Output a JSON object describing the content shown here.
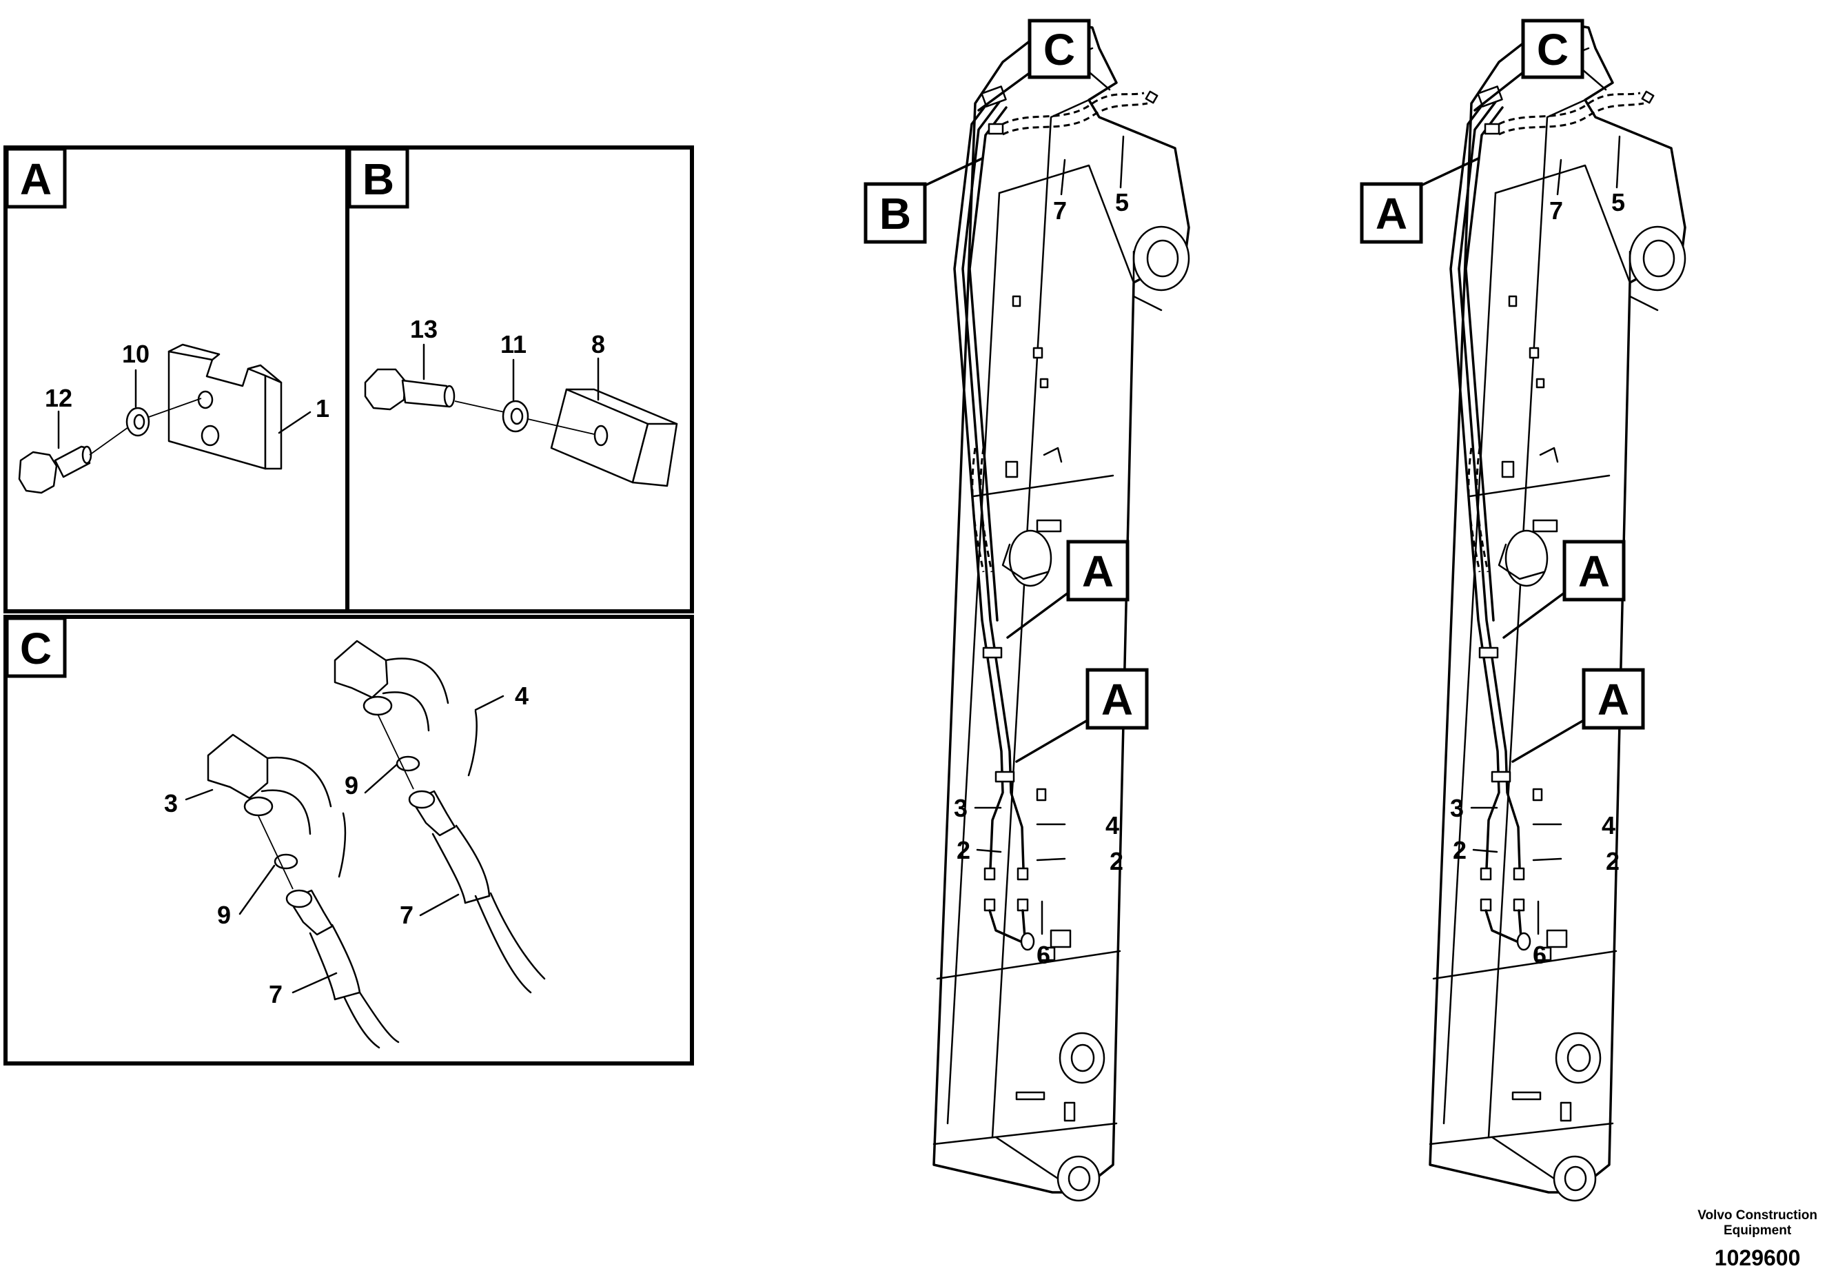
{
  "detail_views": {
    "A": {
      "label": "A",
      "callouts": {
        "bolt": "12",
        "washer": "10",
        "clamp": "1"
      }
    },
    "B": {
      "label": "B",
      "callouts": {
        "bolt": "13",
        "washer": "11",
        "clamp": "8"
      }
    },
    "C": {
      "label": "C",
      "callouts": {
        "elbow": "3",
        "hose_bend": "4",
        "oring_upper": "9",
        "oring_lower": "9",
        "hose_upper": "7",
        "hose_lower": "7"
      }
    }
  },
  "boom_left": {
    "markers": {
      "top": "C",
      "side": "B",
      "clamp_upper": "A",
      "clamp_lower": "A"
    },
    "callouts": {
      "hose_top": "7",
      "pipe_top": "5",
      "elbow_left": "3",
      "elbow_right": "4",
      "nipple_left": "2",
      "nipple_right": "2",
      "bend": "6"
    }
  },
  "boom_right": {
    "markers": {
      "top": "C",
      "side": "A",
      "clamp_upper": "A",
      "clamp_lower": "A"
    },
    "callouts": {
      "hose_top": "7",
      "pipe_top": "5",
      "elbow_left": "3",
      "elbow_right": "4",
      "nipple_left": "2",
      "nipple_right": "2",
      "bend": "6"
    }
  },
  "footer": {
    "company_line1": "Volvo Construction",
    "company_line2": "Equipment",
    "document_number": "1029600"
  }
}
